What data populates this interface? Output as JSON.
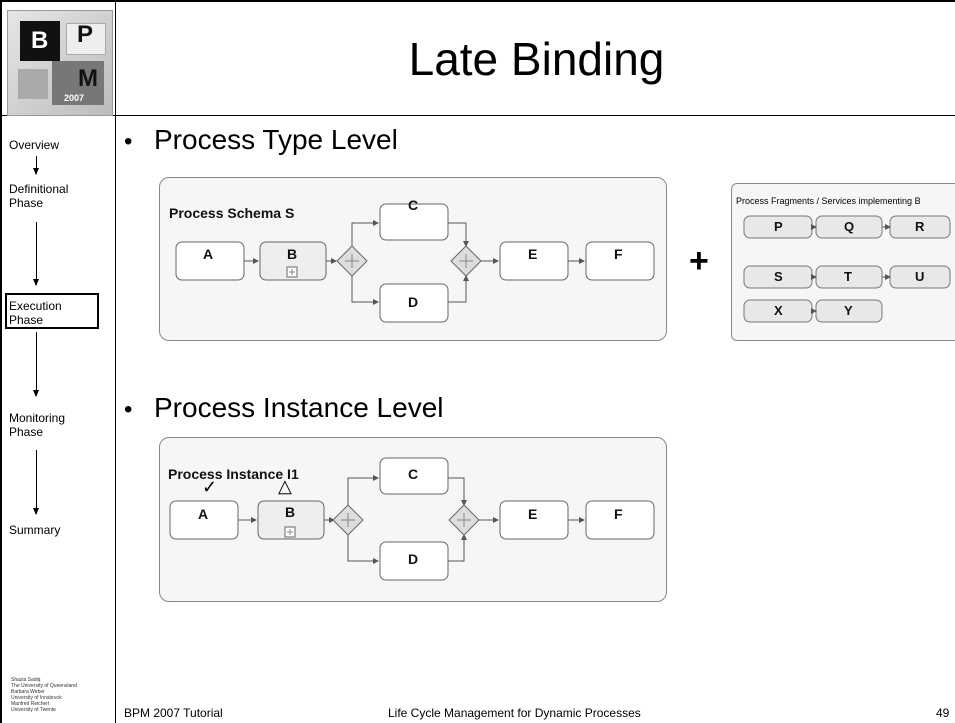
{
  "logo": {
    "letters": [
      "B",
      "P",
      "M"
    ],
    "year": "2007"
  },
  "slide_title": "Late Binding",
  "sidebar": {
    "items": [
      "Overview",
      "Definitional Phase",
      "Execution Phase",
      "Monitoring Phase",
      "Summary"
    ],
    "current": "Execution Phase",
    "credits": [
      "Shazia Sadiq",
      "The University of Queensland",
      "Barbara Weber",
      "University of Innsbruck",
      "Manfred Reichert",
      "University of Twente"
    ]
  },
  "bullets": [
    "Process Type Level",
    "Process Instance Level"
  ],
  "schema_diagram": {
    "label": "Process Schema S",
    "activities": [
      "A",
      "B",
      "C",
      "D",
      "E",
      "F"
    ]
  },
  "plus_sign": "+",
  "fragments": {
    "label": "Process Fragments / Services implementing B",
    "rows": [
      [
        "P",
        "Q",
        "R"
      ],
      [
        "S",
        "T",
        "U"
      ],
      [
        "X",
        "Y"
      ]
    ]
  },
  "instance_diagram": {
    "label": "Process Instance I1",
    "activities": [
      "A",
      "B",
      "C",
      "D",
      "E",
      "F"
    ],
    "marks": {
      "completed": "✓",
      "activated": "△"
    }
  },
  "footer": {
    "left": "BPM 2007 Tutorial",
    "center": "Life Cycle Management for Dynamic Processes",
    "page": "49"
  }
}
